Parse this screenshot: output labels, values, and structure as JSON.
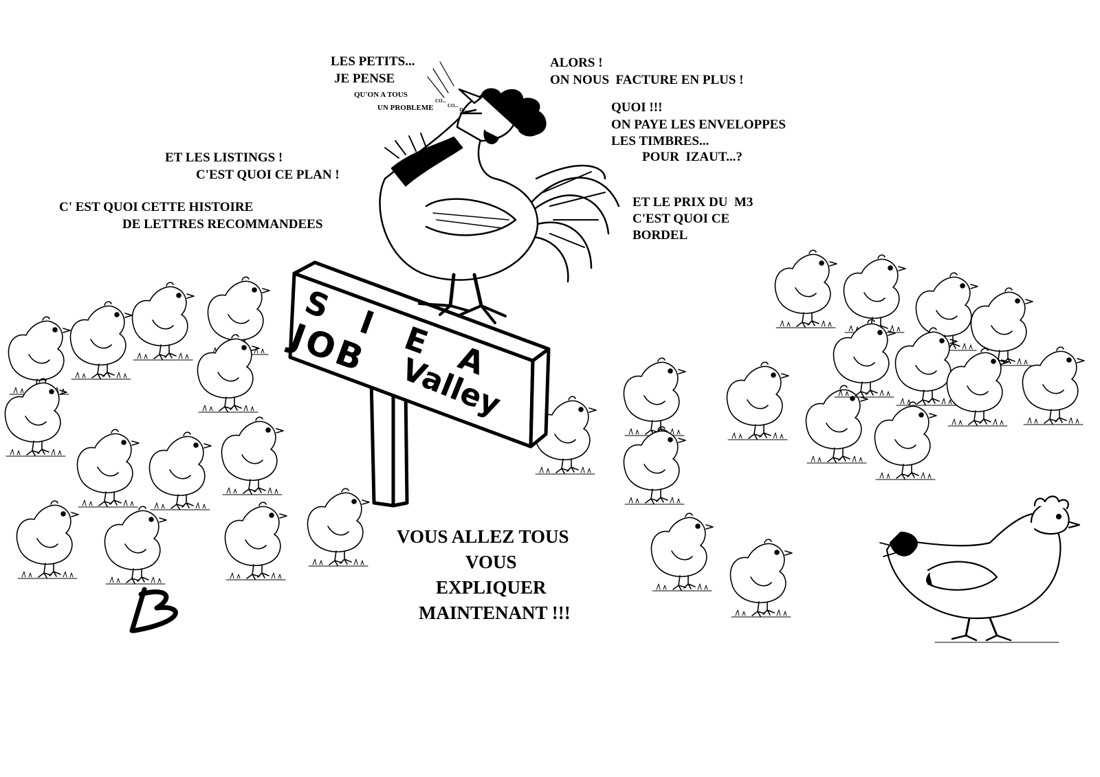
{
  "cartoon": {
    "rooster_speech_left": [
      "LES PETITS...",
      "JE PENSE",
      "QU'ON A TOUS",
      "UN PROBLEME"
    ],
    "rooster_sound": [
      "CO...",
      "CO...",
      "II....."
    ],
    "speech_alors": [
      "ALORS !",
      "ON NOUS  FACTURE EN PLUS !"
    ],
    "speech_quoi": [
      "QUOI !!!",
      "ON PAYE LES ENVELOPPES",
      "LES TIMBRES...",
      "POUR  IZAUT...?"
    ],
    "speech_listings": [
      "ET LES LISTINGS !",
      "C'EST QUOI CE PLAN !"
    ],
    "speech_lettres": [
      "C' EST QUOI CETTE HISTOIRE",
      "DE LETTRES RECOMMANDEES"
    ],
    "speech_prix": [
      "ET LE PRIX DU  M3",
      "C'EST QUOI CE",
      "BORDEL"
    ],
    "speech_main": [
      "VOUS ALLEZ TOUS",
      "VOUS",
      "EXPLIQUER",
      "MAINTENANT !!!"
    ],
    "sign": {
      "line1": "SIEA",
      "line2": "JOB",
      "line3": "Valley"
    },
    "signature": "B"
  },
  "colors": {
    "ink": "#000000",
    "paper": "#ffffff"
  },
  "icons": [
    "rooster-icon",
    "chick-icon",
    "hen-icon",
    "signpost-icon",
    "signature-icon"
  ]
}
